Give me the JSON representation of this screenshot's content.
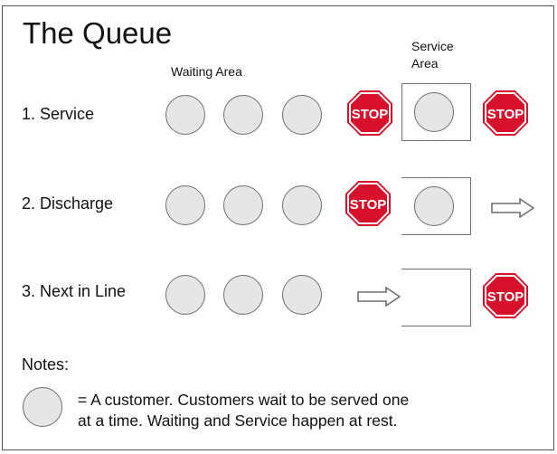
{
  "title": "The Queue",
  "labels": {
    "waiting_area": "Waiting Area",
    "service_area_line1": "Service",
    "service_area_line2": "Area"
  },
  "stop_sign": {
    "text": "STOP",
    "fill": "#d7102c",
    "border": "#ffffff",
    "text_color": "#ffffff"
  },
  "colors": {
    "customer_fill": "#e6e6e6",
    "customer_stroke": "#6f6f6f",
    "frame": "#555555"
  },
  "rows": [
    {
      "label": "1. Service",
      "waiting_customers": 3,
      "stop_before_service": true,
      "service_customer": true,
      "after_service": "stop"
    },
    {
      "label": "2. Discharge",
      "waiting_customers": 3,
      "stop_before_service": true,
      "service_customer": true,
      "after_service": "arrow"
    },
    {
      "label": "3. Next in Line",
      "waiting_customers": 3,
      "stop_before_service": false,
      "arrow_before_service": true,
      "service_customer": false,
      "after_service": "stop"
    }
  ],
  "notes": {
    "label": "Notes:",
    "line1": "= A customer. Customers wait to be served one",
    "line2": "at a time. Waiting and Service happen at rest."
  }
}
